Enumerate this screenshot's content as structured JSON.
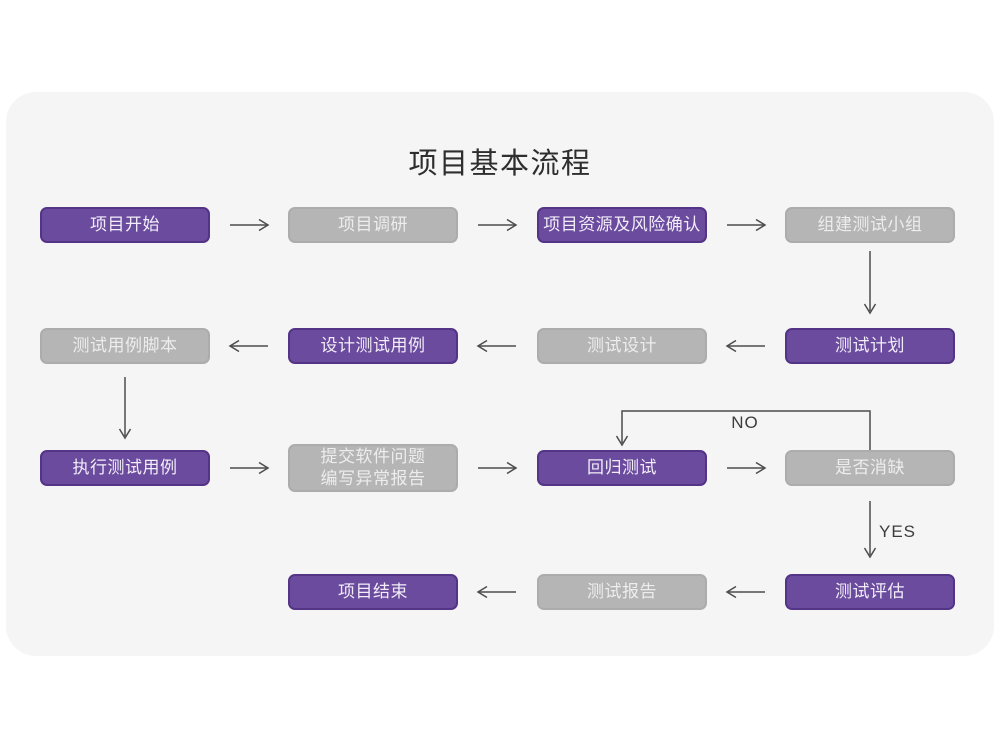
{
  "title": "项目基本流程",
  "edge_labels": {
    "no": "NO",
    "yes": "YES"
  },
  "colors": {
    "purple": "#6A4B9E",
    "purple_border": "#543486",
    "gray": "#B5B5B5",
    "gray_border": "#ACACAC",
    "card_bg": "#F5F5F6",
    "arrow": "#4D4D4D",
    "title_color": "#2E2E2E",
    "edge_label_color": "#3C3C3C"
  },
  "nodes": [
    {
      "id": "project-start",
      "label": "项目开始",
      "variant": "purple"
    },
    {
      "id": "project-research",
      "label": "项目调研",
      "variant": "gray"
    },
    {
      "id": "project-resources-risk",
      "label": "项目资源及风险确认",
      "variant": "purple"
    },
    {
      "id": "form-test-team",
      "label": "组建测试小组",
      "variant": "gray"
    },
    {
      "id": "test-case-script",
      "label": "测试用例脚本",
      "variant": "gray"
    },
    {
      "id": "design-test-cases",
      "label": "设计测试用例",
      "variant": "purple"
    },
    {
      "id": "test-design",
      "label": "测试设计",
      "variant": "gray"
    },
    {
      "id": "test-plan",
      "label": "测试计划",
      "variant": "purple"
    },
    {
      "id": "execute-test-cases",
      "label": "执行测试用例",
      "variant": "purple"
    },
    {
      "id": "submit-issue-report",
      "label": "提交软件问题\n编写异常报告",
      "variant": "gray"
    },
    {
      "id": "regression-test",
      "label": "回归测试",
      "variant": "purple"
    },
    {
      "id": "defect-resolved",
      "label": "是否消缺",
      "variant": "gray"
    },
    {
      "id": "project-end",
      "label": "项目结束",
      "variant": "purple"
    },
    {
      "id": "test-report",
      "label": "测试报告",
      "variant": "gray"
    },
    {
      "id": "test-evaluation",
      "label": "测试评估",
      "variant": "purple"
    }
  ]
}
